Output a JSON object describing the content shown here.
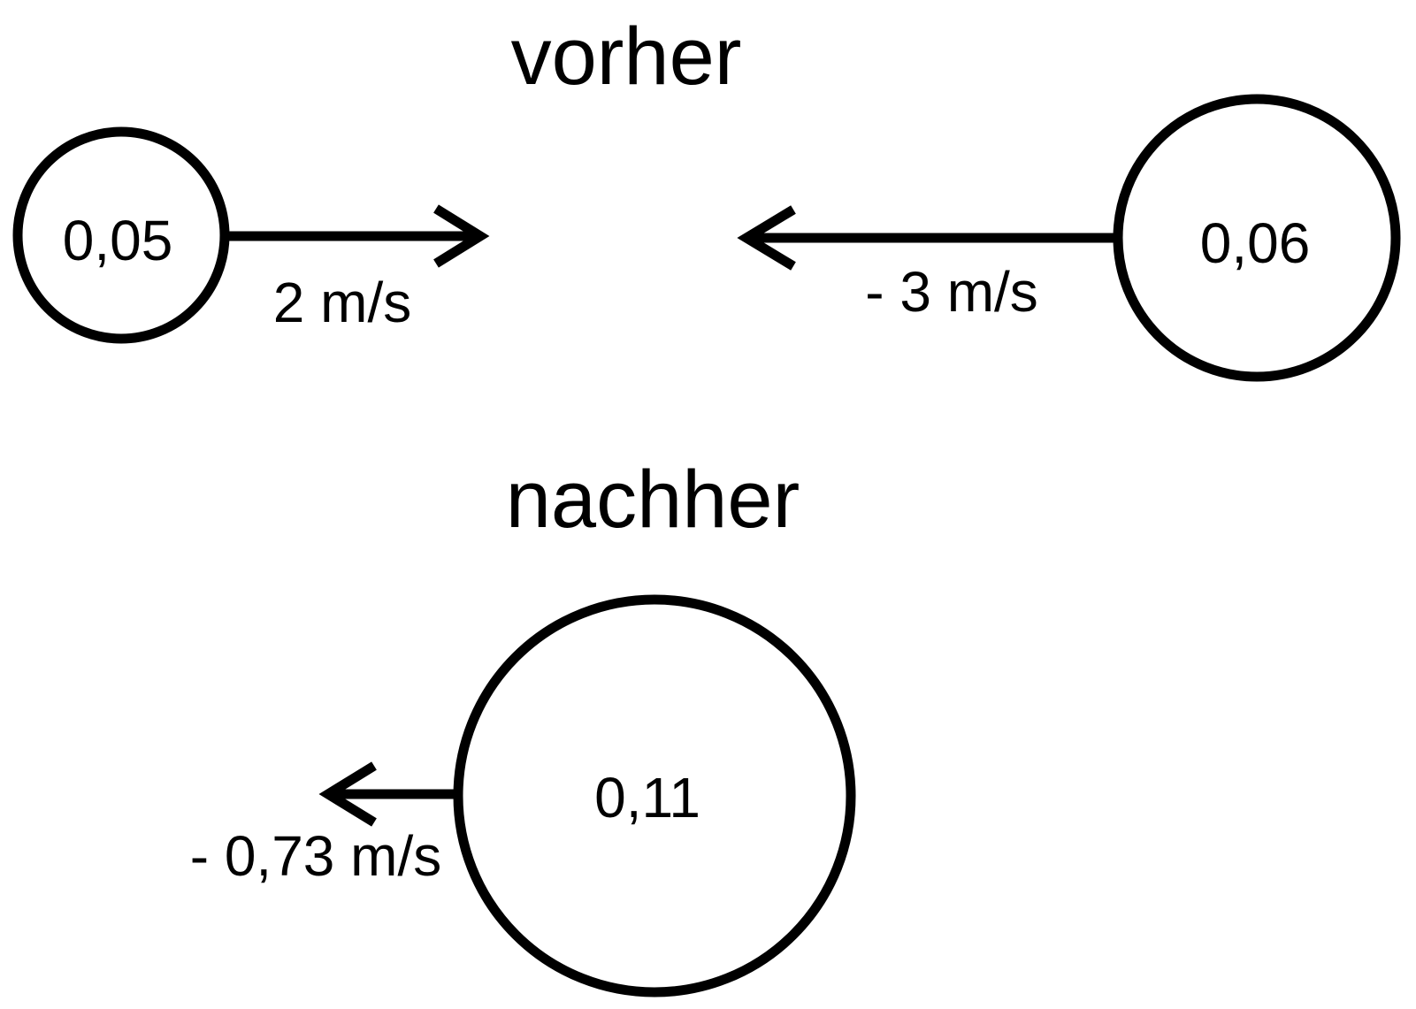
{
  "before": {
    "title": "vorher",
    "left_body": {
      "mass": "0,05",
      "velocity": "2 m/s"
    },
    "right_body": {
      "mass": "0,06",
      "velocity": "- 3 m/s"
    }
  },
  "after": {
    "title": "nachher",
    "merged_body": {
      "mass": "0,11",
      "velocity": "- 0,73 m/s"
    }
  }
}
